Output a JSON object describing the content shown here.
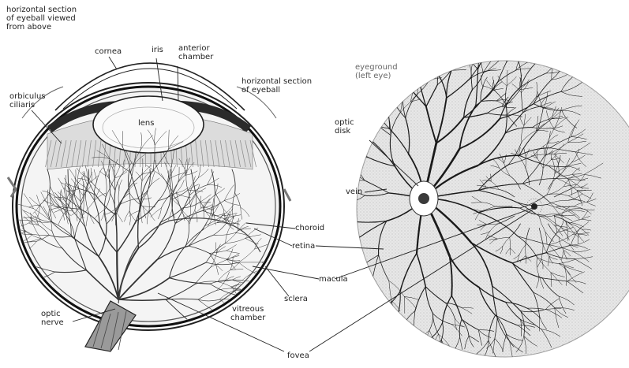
{
  "labels": {
    "figure_caption": "horizontal section\nof eyeball viewed\nfrom above",
    "cornea": "cornea",
    "iris": "iris",
    "anterior_chamber": "anterior\nchamber",
    "horizontal_section": "horizontal section\nof eyeball",
    "orbiculus_ciliaris": "orbiculus\nciliaris",
    "lens": "lens",
    "eyeground": "eyeground\n(left eye)",
    "optic_disk": "optic\ndisk",
    "vein": "vein",
    "choroid": "choroid",
    "retina": "retina",
    "macula": "macula",
    "sclera": "sclera",
    "vitreous_chamber": "vitreous\nchamber",
    "optic_nerve": "optic\nnerve",
    "fovea": "fovea"
  },
  "colors": {
    "line": "#222222",
    "vessel": "#1a1a1a",
    "fundus_fill": "#e6e6e6",
    "eyeball_fill": "#f4f4f4",
    "iris_fill": "#2b2b2b",
    "disk_fill": "#ffffff"
  }
}
